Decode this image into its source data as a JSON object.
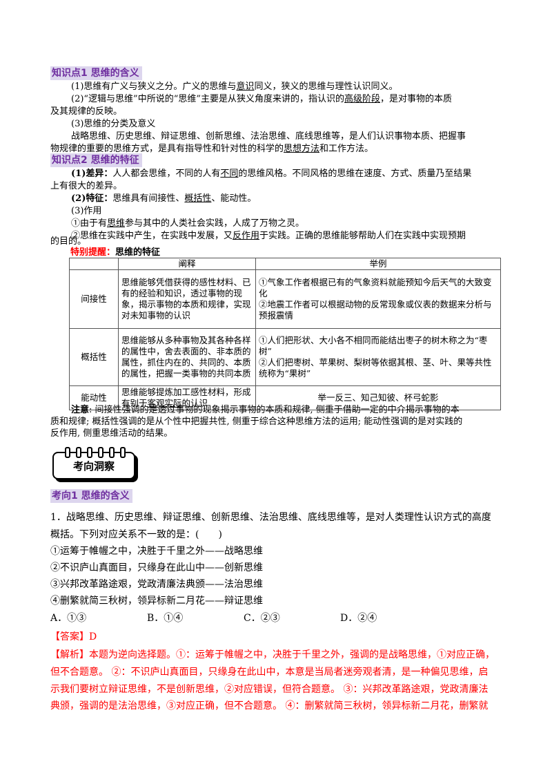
{
  "sec1": {
    "title": "知识点1  思维的含义"
  },
  "p1": {
    "l1a": "(1)思维有广义与狭义之分。广义的思维与",
    "l1u": "意识",
    "l1b": "同义，狭义的思维与理性认识同义。",
    "l2a": "(2)“逻辑与思维”中所说的“思维”主要是从狭义角度来讲的，指认识的",
    "l2u": "高级阶段",
    "l2b": "，是对事物的本质",
    "l3": "及其规律的反映。",
    "l4": "(3)思维的分类及意义",
    "l5": "战略思维、历史思维、辩证思维、创新思维、法治思维、底线思维等，是人们认识事物本质、把握事",
    "l6a": "物规律的重要的思维方式，是具有指导性和针对性的科学的",
    "l6u": "思想方法",
    "l6b": "和工作方法。"
  },
  "sec2": {
    "title": "知识点2  思维的特征"
  },
  "p2": {
    "l1a": "(1)差异：",
    "l1b": "人人都会思维，不同的人有",
    "l1u": "不同",
    "l1c": "的思维风格。不同风格的思维在速度、方式、质量乃至结果",
    "l2": "上有很大的差异。",
    "l3a": "(2)特征：",
    "l3b": "思维具有间接性、",
    "l3u": "概括性",
    "l3c": "、能动性。",
    "l4": "(3)作用",
    "l5a": "①由于有",
    "l5u": "思维",
    "l5b": "参与其中的人类社会实践，人成了万物之灵。",
    "l6a": "②思维在实践中产生，在实践中发展，又",
    "l6u": "反作用",
    "l6b": "于实践。正确的思维能够帮助人们在实践中实现预期",
    "l7": "的目的。"
  },
  "tip": {
    "label": "特别提醒：",
    "text": "思维的特征"
  },
  "table": {
    "head": [
      "",
      "阐释",
      "举例"
    ],
    "rows": [
      {
        "name": "间接性",
        "exp": "思维能够凭借获得的感性材料、已有的经验和知识，透过事物的现象，揭示事物的本质和规律，实现对未知事物的认识",
        "ex": [
          "①气象工作者根据已有的气象资料就能预知今后天气的大致变化",
          "②地震工作者可以根据动物的反常现象或仪表的数据来分析与预报震情"
        ]
      },
      {
        "name": "概括性",
        "exp": "思维能够从多种事物及其各种各样的属性中，舍去表面的、非本质的属性，抓住内在的、共同的、本质的属性，把握一类事物的共同本质",
        "ex": [
          "①人们把形状、大小各不相同而能结出枣子的树木称之为“枣树”",
          "②人们把枣树、苹果树、梨树等依据其根、茎、叶、果等共性统称为“果树”"
        ]
      },
      {
        "name": "能动性",
        "exp_a": "思维能够提炼加工感性材料，形成有别于",
        "exp_u": "客观实际",
        "exp_b": "的认识",
        "ex": [
          "举一反三、知己知彼、杯弓蛇影"
        ]
      }
    ]
  },
  "note": {
    "t1": "注意",
    "t2": ": 间接性强调的是透过事物的现象揭示事物的本质和规律, 侧重于借助一定的中介揭示事物的本",
    "t3": "质和规律; 概括性强调的是从个性中把握共性, 侧重于综合这种思维方法的运用; 能动性强调的是对实践的",
    "t4": "反作用, 侧重思维活动的结果。"
  },
  "banner": {
    "label": "考向洞察"
  },
  "sec3": {
    "title": "考向1  思维的含义"
  },
  "question": {
    "stem1": "1．战略思维、历史思维、辩证思维、创新思维、法治思维、底线思维等，是对人类理性认识方式的高度",
    "stem2": "概括。下列对应关系不一致的是：(　　)",
    "items": [
      "①运筹于帷幄之中，决胜于千里之外——战略思维",
      "②不识庐山真面目，只缘身在此山中——创新思维",
      "③兴邦改革路途艰，党政清廉法典颁——法治思维",
      "④删繁就简三秋树，领异标新二月花——辩证思维"
    ],
    "options": [
      "A．①③",
      "B．①④",
      "C．②③",
      "D．②④"
    ]
  },
  "answer": {
    "label": "【答案】D",
    "a1": "【解析】本题为逆向选择题。①：运筹于帷幄之中，决胜于千里之外，强调的是战略思维，①对应正确，",
    "a2": "但不合题意。 ②：不识庐山真面目，只缘身在此山中，本意是当局者迷旁观者清，是一种偏见思维，启",
    "a3": "示我们要树立辩证思维，不是创新思维，②对应错误，但符合题意。 ③：兴邦改革路途艰，党政清廉法",
    "a4": "典颁，强调的是法治思维，③对应正确，但不合题意。 ④：删繁就简三秋树，领异标新二月花，删繁就"
  },
  "colors": {
    "purple": "#7030a0",
    "highlight": "#ddd6ee",
    "red": "#ff0000"
  }
}
